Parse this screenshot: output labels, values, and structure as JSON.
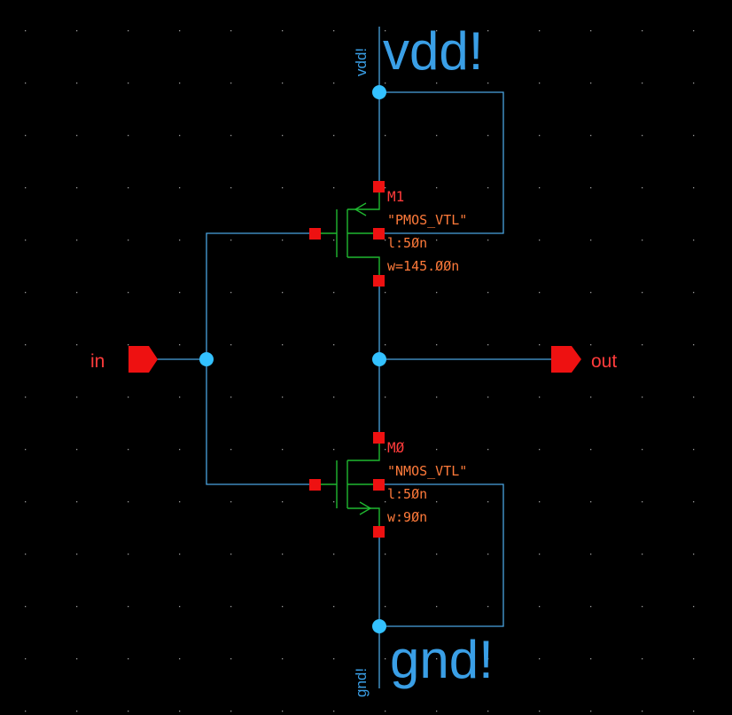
{
  "colors": {
    "background": "#000000",
    "wire": "#4aa3df",
    "junction": "#33c1ff",
    "device": "#1fb830",
    "pin": "#ee1111",
    "label": "#ff3b3b",
    "param": "#ff7a3a",
    "net_label": "#3a9fe6",
    "grid": "#9a9a9a"
  },
  "supply": {
    "vdd_big": "vdd!",
    "vdd_small": "vdd!",
    "gnd_big": "gnd!",
    "gnd_small": "gnd!"
  },
  "ports": {
    "input": "in",
    "output": "out"
  },
  "pmos": {
    "instance": "M1",
    "model": "\"PMOS_VTL\"",
    "length": "l:5Øn",
    "width": "w=145.ØØn"
  },
  "nmos": {
    "instance": "MØ",
    "model": "\"NMOS_VTL\"",
    "length": "l:5Øn",
    "width": "w:9Øn"
  }
}
